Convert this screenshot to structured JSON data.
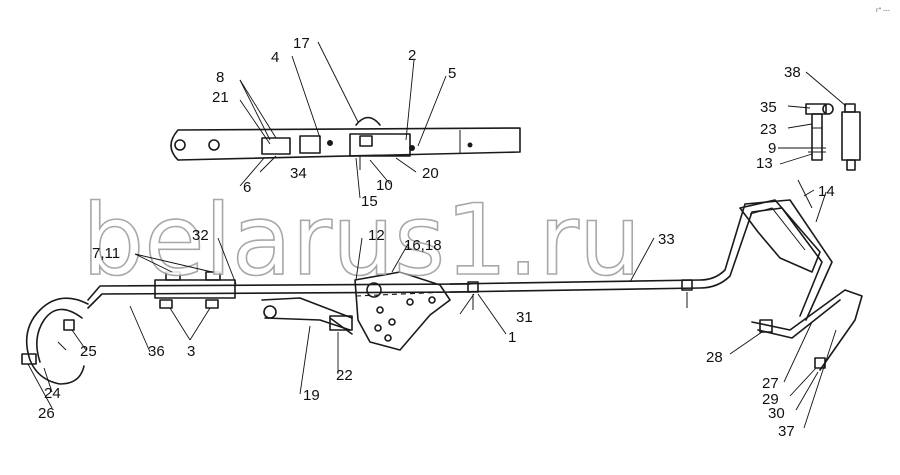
{
  "watermark": "belarus1.ru",
  "corner_mark": "r\" ---",
  "callouts": {
    "c1": "1",
    "c2": "2",
    "c3": "3",
    "c4": "4",
    "c5": "5",
    "c6": "6",
    "c7_11": "7,11",
    "c8": "8",
    "c9": "9",
    "c10": "10",
    "c12": "12",
    "c13": "13",
    "c14": "14",
    "c15": "15",
    "c16_18": "16,18",
    "c17": "17",
    "c19": "19",
    "c20": "20",
    "c21": "21",
    "c22": "22",
    "c23": "23",
    "c24": "24",
    "c25": "25",
    "c26": "26",
    "c27": "27",
    "c28": "28",
    "c29": "29",
    "c30": "30",
    "c31": "31",
    "c32": "32",
    "c33": "33",
    "c34": "34",
    "c35": "35",
    "c36": "36",
    "c37": "37",
    "c38": "38"
  }
}
